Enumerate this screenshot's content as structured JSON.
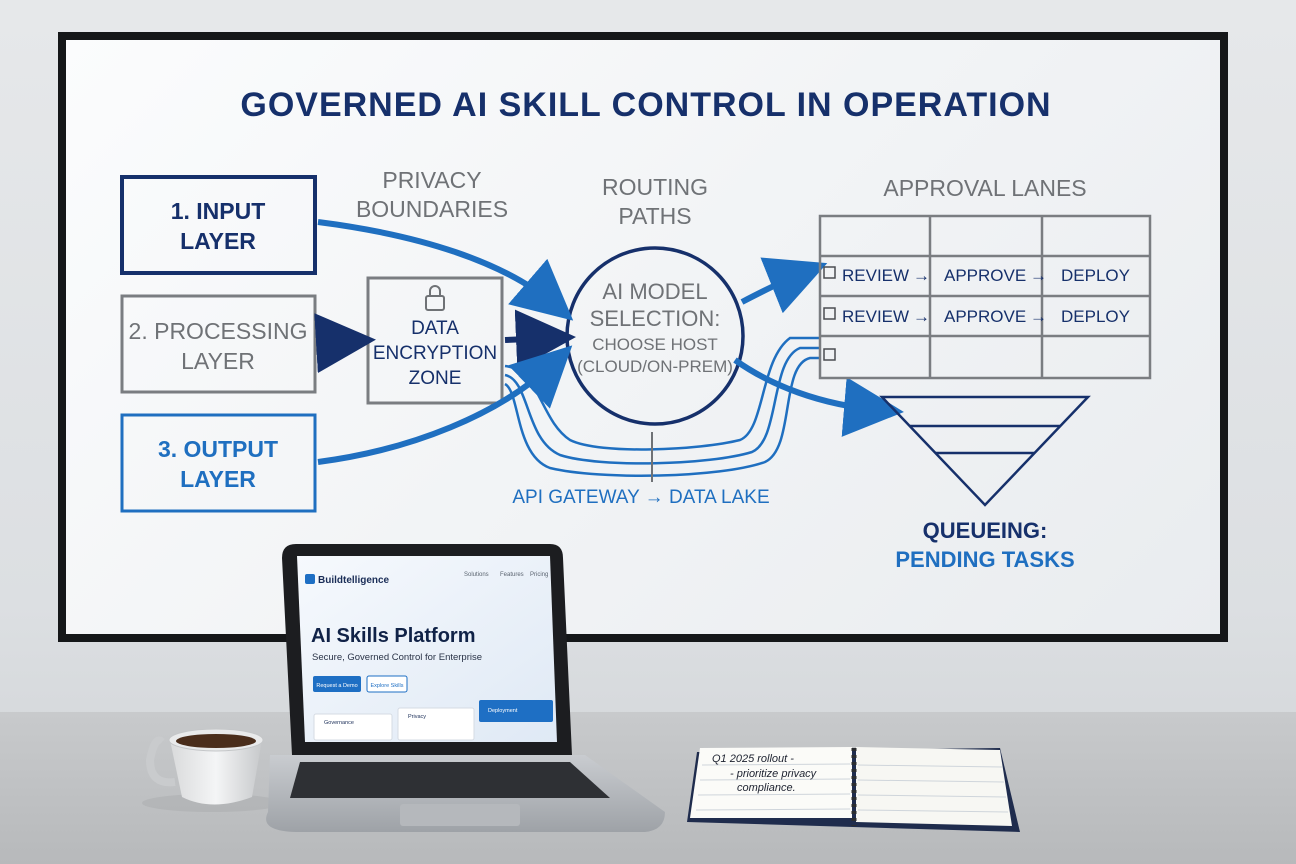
{
  "board": {
    "title": "GOVERNED AI SKILL CONTROL IN OPERATION",
    "layers": [
      {
        "line1": "1. INPUT",
        "line2": "LAYER"
      },
      {
        "line1": "2. PROCESSING",
        "line2": "LAYER"
      },
      {
        "line1": "3. OUTPUT",
        "line2": "LAYER"
      }
    ],
    "privacy_label": {
      "line1": "PRIVACY",
      "line2": "BOUNDARIES"
    },
    "encryption_zone": {
      "line1": "DATA",
      "line2": "ENCRYPTION",
      "line3": "ZONE"
    },
    "routing_label": {
      "line1": "ROUTING",
      "line2": "PATHS"
    },
    "model_selection": {
      "line1": "AI MODEL",
      "line2": "SELECTION:",
      "line3": "CHOOSE HOST",
      "line4": "(CLOUD/ON-PREM)"
    },
    "approval_label": "APPROVAL LANES",
    "lanes": [
      {
        "step1": "REVIEW",
        "step2": "APPROVE",
        "step3": "DEPLOY"
      },
      {
        "step1": "REVIEW",
        "step2": "APPROVE",
        "step3": "DEPLOY"
      }
    ],
    "arrow_glyph": "→",
    "gateway_label": "API GATEWAY → DATA LAKE",
    "queue_label": {
      "line1": "QUEUEING:",
      "line2": "PENDING TASKS"
    }
  },
  "laptop": {
    "brand": "Buildtelligence",
    "nav": [
      "Solutions",
      "Features",
      "Pricing"
    ],
    "hero_title": "AI Skills Platform",
    "hero_subtitle": "Secure, Governed Control for Enterprise",
    "cta_primary": "Request a Demo",
    "cta_secondary": "Explore Skills",
    "cards": [
      "Governance",
      "Privacy",
      "Deployment"
    ]
  },
  "notebook": {
    "line1": "Q1 2025 rollout -",
    "line2": "- prioritize privacy",
    "line3": "compliance."
  },
  "colors": {
    "navy": "#16306b",
    "blue": "#1f6fc0",
    "gray": "#6f7276",
    "accent": "#1e6fc4"
  }
}
